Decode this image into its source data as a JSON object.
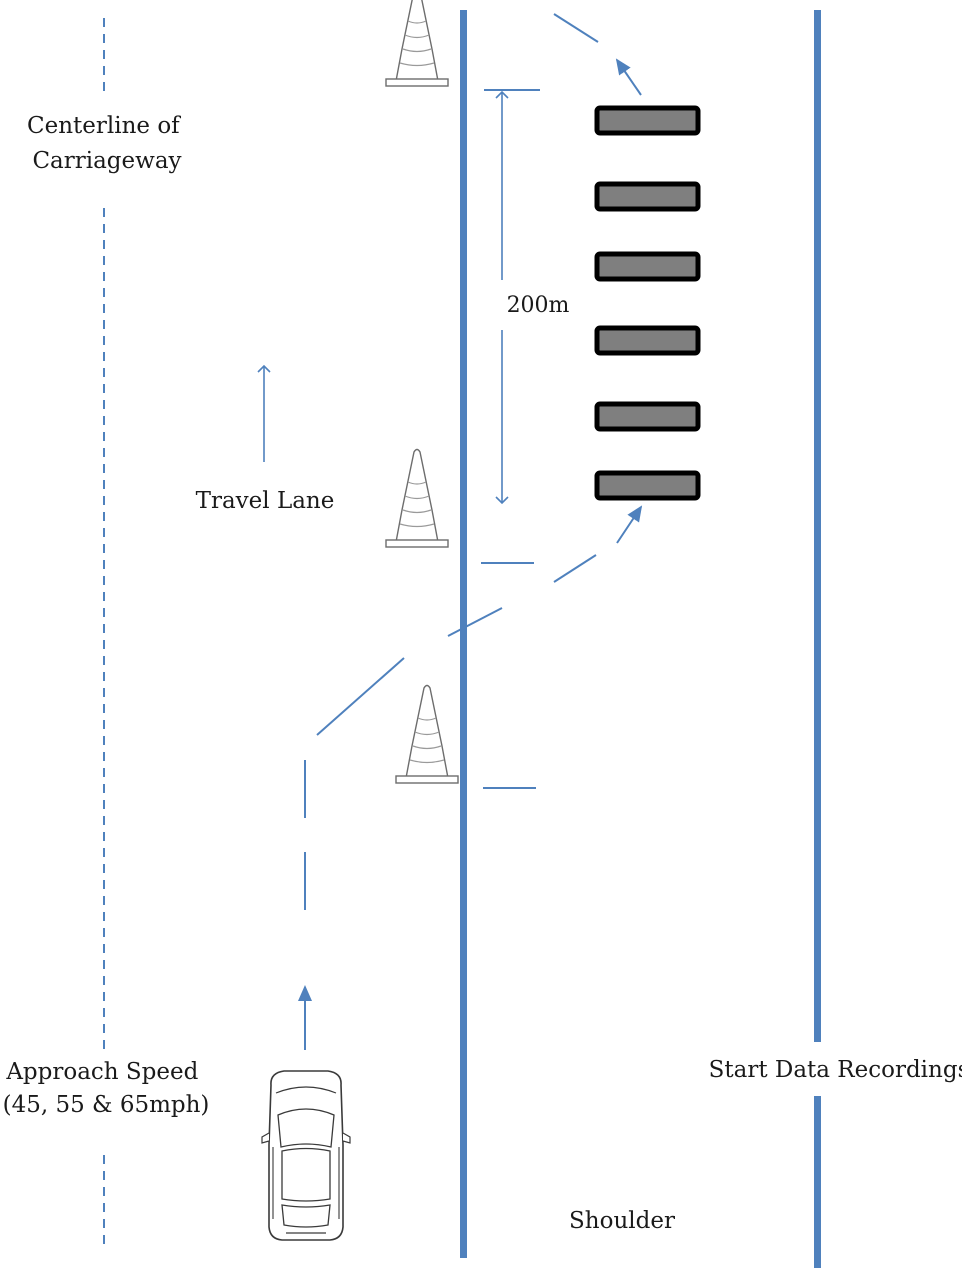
{
  "labels": {
    "centerline_line1": "Centerline of",
    "centerline_line2": "Carriageway",
    "distance": "200m",
    "travel_lane": "Travel Lane",
    "approach_line1": "Approach Speed",
    "approach_line2": "(45, 55 & 65mph)",
    "start_data": "Start Data Recordings",
    "shoulder": "Shoulder"
  },
  "icons": {
    "cone": "traffic-cone-icon",
    "vehicle": "car-top-view-icon",
    "rumble_strip": "rumble-strip-bar"
  },
  "colors": {
    "line_blue": "#4f81bd",
    "strip_fill": "#7f7f7f",
    "strip_border": "#000000",
    "text": "#1a1a1a"
  }
}
